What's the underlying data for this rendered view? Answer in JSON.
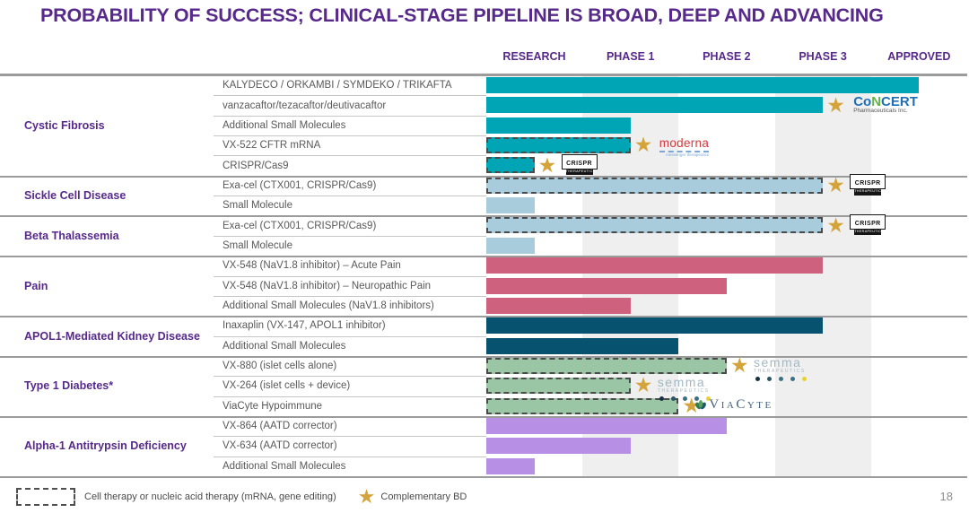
{
  "slide": {
    "title": "PROBABILITY OF SUCCESS; CLINICAL-STAGE PIPELINE IS BROAD, DEEP AND ADVANCING",
    "page_number": "18"
  },
  "columns": [
    "RESEARCH",
    "PHASE 1",
    "PHASE 2",
    "PHASE 3",
    "APPROVED"
  ],
  "legend": {
    "dashed_box_label": "Cell therapy or nucleic acid therapy (mRNA, gene editing)",
    "star_label": "Complementary BD"
  },
  "colors": {
    "title_purple": "#56298A",
    "band_gray": "#F0EFEF",
    "star_gold": "#D2A43B",
    "cystic_fibrosis": "#00A5B5",
    "hemoglobinopathies": "#A9CCDC",
    "pain": "#CE617D",
    "apol1": "#07536F",
    "type1_diabetes": "#9AC6A6",
    "aatd": "#B790E5"
  },
  "logos": {
    "concert": {
      "parts": [
        [
          "Co",
          "#1F6FB5"
        ],
        [
          "N",
          "#63B345"
        ],
        [
          "CERT",
          "#1F6FB5"
        ]
      ],
      "subtext": "Pharmaceuticals Inc."
    },
    "moderna": {
      "text": "moderna",
      "subtext": "messenger therapeutics"
    },
    "crispr": {
      "text": "CRISPR",
      "subtext": "THERAPEUTICS"
    },
    "semma": {
      "text": "semma",
      "subtext": "THERAPEUTICS",
      "dots": [
        "#16323F",
        "#2C5568",
        "#3C7086",
        "#3C7086",
        "#E8D22F"
      ]
    },
    "viacyte": {
      "text": "ViaCyte"
    }
  },
  "chart_data": {
    "type": "pipeline-gantt",
    "stage_scale": [
      "Research",
      "Phase 1",
      "Phase 2",
      "Phase 3",
      "Approved"
    ],
    "note": "progress is measured in stage units: 0.5 = mid-Research, 1.5 = mid-Phase 1, 3.5 = mid-Phase 3, 4.5 = mid-Approved",
    "groups": [
      {
        "disease": "Cystic Fibrosis",
        "color_key": "cystic_fibrosis",
        "programs": [
          {
            "label": "KALYDECO / ORKAMBI / SYMDEKO / TRIKAFTA",
            "progress": 4.5,
            "dashed": false,
            "star": false,
            "logo": null
          },
          {
            "label": "vanzacaftor/tezacaftor/deutivacaftor",
            "progress": 3.5,
            "dashed": false,
            "star": true,
            "logo": "concert"
          },
          {
            "label": "Additional Small Molecules",
            "progress": 1.5,
            "dashed": false,
            "star": false,
            "logo": null
          },
          {
            "label": "VX-522 CFTR mRNA",
            "progress": 1.5,
            "dashed": true,
            "star": true,
            "logo": "moderna"
          },
          {
            "label": "CRISPR/Cas9",
            "progress": 0.5,
            "dashed": true,
            "star": true,
            "logo": "crispr"
          }
        ]
      },
      {
        "disease": "Sickle Cell Disease",
        "color_key": "hemoglobinopathies",
        "programs": [
          {
            "label": "Exa-cel (CTX001, CRISPR/Cas9)",
            "progress": 3.5,
            "dashed": true,
            "star": true,
            "logo": "crispr"
          },
          {
            "label": "Small Molecule",
            "progress": 0.5,
            "dashed": false,
            "star": false,
            "logo": null
          }
        ]
      },
      {
        "disease": "Beta Thalassemia",
        "color_key": "hemoglobinopathies",
        "programs": [
          {
            "label": "Exa-cel (CTX001, CRISPR/Cas9)",
            "progress": 3.5,
            "dashed": true,
            "star": true,
            "logo": "crispr"
          },
          {
            "label": "Small Molecule",
            "progress": 0.5,
            "dashed": false,
            "star": false,
            "logo": null
          }
        ]
      },
      {
        "disease": "Pain",
        "color_key": "pain",
        "programs": [
          {
            "label": "VX-548 (NaV1.8 inhibitor) – Acute Pain",
            "progress": 3.5,
            "dashed": false,
            "star": false,
            "logo": null
          },
          {
            "label": "VX-548 (NaV1.8 inhibitor) – Neuropathic Pain",
            "progress": 2.5,
            "dashed": false,
            "star": false,
            "logo": null
          },
          {
            "label": "Additional Small Molecules (NaV1.8 inhibitors)",
            "progress": 1.5,
            "dashed": false,
            "star": false,
            "logo": null
          }
        ]
      },
      {
        "disease": "APOL1-Mediated Kidney Disease",
        "color_key": "apol1",
        "programs": [
          {
            "label": "Inaxaplin (VX-147, APOL1 inhibitor)",
            "progress": 3.5,
            "dashed": false,
            "star": false,
            "logo": null
          },
          {
            "label": "Additional Small Molecules",
            "progress": 2.0,
            "dashed": false,
            "star": false,
            "logo": null
          }
        ]
      },
      {
        "disease": "Type 1 Diabetes*",
        "color_key": "type1_diabetes",
        "programs": [
          {
            "label": "VX-880 (islet cells alone)",
            "progress": 2.5,
            "dashed": true,
            "star": true,
            "logo": "semma"
          },
          {
            "label": "VX-264 (islet cells + device)",
            "progress": 1.5,
            "dashed": true,
            "star": true,
            "logo": "semma"
          },
          {
            "label": "ViaCyte Hypoimmune",
            "progress": 2.0,
            "dashed": true,
            "star": true,
            "logo": "viacyte"
          }
        ]
      },
      {
        "disease": "Alpha-1 Antitrypsin Deficiency",
        "color_key": "aatd",
        "programs": [
          {
            "label": "VX-864 (AATD corrector)",
            "progress": 2.5,
            "dashed": false,
            "star": false,
            "logo": null
          },
          {
            "label": "VX-634 (AATD corrector)",
            "progress": 1.5,
            "dashed": false,
            "star": false,
            "logo": null
          },
          {
            "label": "Additional Small Molecules",
            "progress": 0.5,
            "dashed": false,
            "star": false,
            "logo": null
          }
        ]
      }
    ]
  }
}
